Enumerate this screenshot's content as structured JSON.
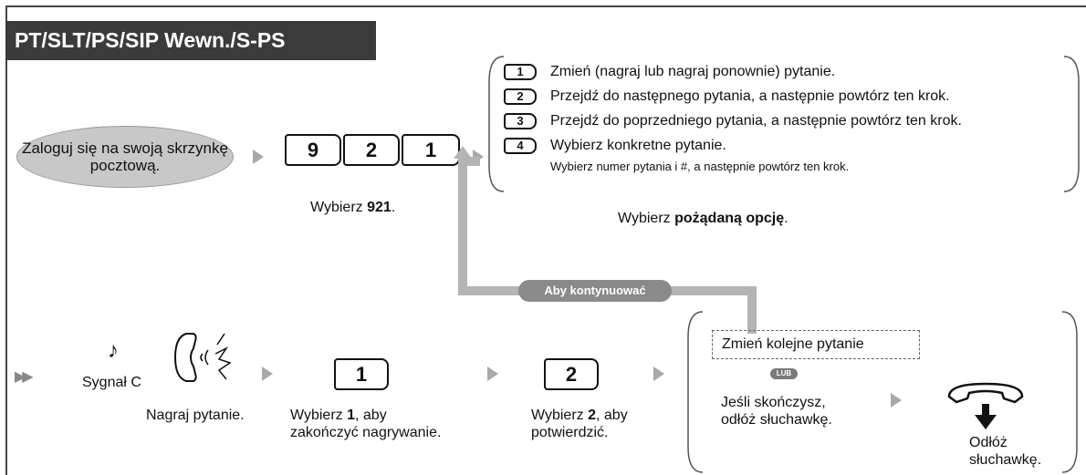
{
  "title": "PT/SLT/PS/SIP Wewn./S-PS",
  "login": "Zaloguj się na swoją skrzynkę pocztową.",
  "keys_top": [
    "9",
    "2",
    "1"
  ],
  "dial_caption_pre": "Wybierz ",
  "dial_caption_bold": "921",
  "dial_caption_post": ".",
  "options": [
    {
      "key": "1",
      "text": "Zmień (nagraj lub nagraj ponownie) pytanie."
    },
    {
      "key": "2",
      "text": "Przejdź do następnego pytania, a następnie powtórz ten krok."
    },
    {
      "key": "3",
      "text": "Przejdź do poprzedniego pytania, a następnie powtórz ten krok."
    },
    {
      "key": "4",
      "text": "Wybierz konkretne pytanie.",
      "sub": "Wybierz numer pytania i #, a następnie powtórz ten krok."
    }
  ],
  "options_caption_pre": "Wybierz ",
  "options_caption_bold": "pożądaną opcję",
  "options_caption_post": ".",
  "continue_label": "Aby kontynuować",
  "tone_label": "Sygnał C",
  "record_label": "Nagraj pytanie.",
  "key_end": "1",
  "end_caption_pre": "Wybierz ",
  "end_caption_bold": "1",
  "end_caption_post": ", aby",
  "end_caption_line2": "zakończyć nagrywanie.",
  "key_confirm": "2",
  "confirm_caption_pre": "Wybierz ",
  "confirm_caption_bold": "2",
  "confirm_caption_post": ", aby",
  "confirm_caption_line2": "potwierdzić.",
  "change_next": "Zmień kolejne pytanie",
  "or_badge": "LUB",
  "finish_line1": "Jeśli skończysz,",
  "finish_line2": "odłóż słuchawkę.",
  "hangup_line1": "Odłóż",
  "hangup_line2": "słuchawkę."
}
